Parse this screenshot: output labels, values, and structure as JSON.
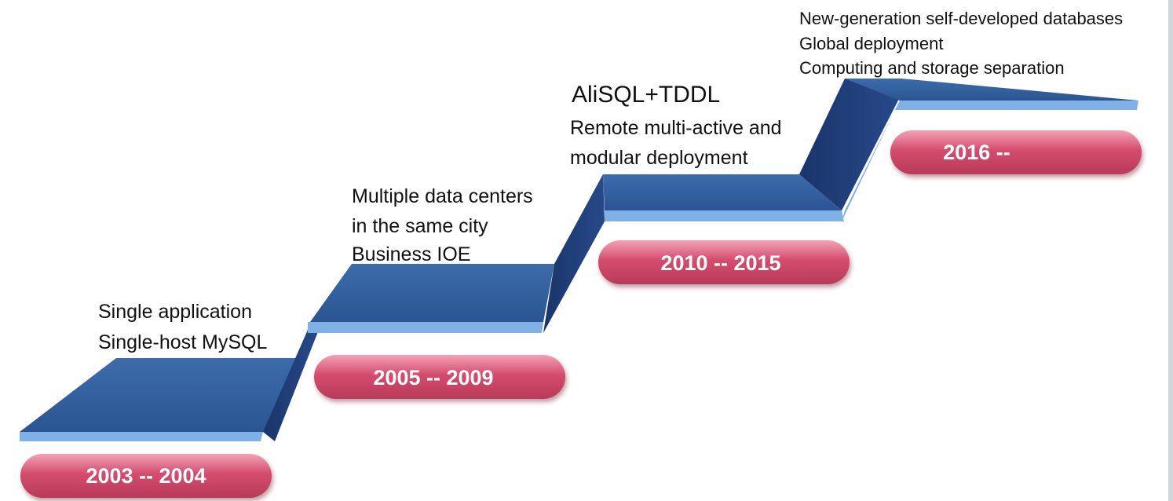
{
  "stages": [
    {
      "year": "2003 -- 2004",
      "lines": [
        "Single application",
        "Single-host MySQL"
      ]
    },
    {
      "year": "2005 -- 2009",
      "lines": [
        "Multiple data centers",
        "in the same city",
        "Business IOE"
      ]
    },
    {
      "year": "2010 -- 2015",
      "title": "AliSQL+TDDL",
      "lines": [
        "Remote multi-active and",
        "modular deployment"
      ]
    },
    {
      "year": "2016 --",
      "lines": [
        "New-generation self-developed databases",
        "Global deployment",
        "Computing and storage separation"
      ]
    }
  ],
  "colors": {
    "step_top": "#33609e",
    "step_riser": "#1f3f76",
    "step_edge": "#7fb1e6",
    "pill_fill": "#d44c6e",
    "pill_light": "#f2a3b6",
    "pill_dark": "#a8334f"
  }
}
